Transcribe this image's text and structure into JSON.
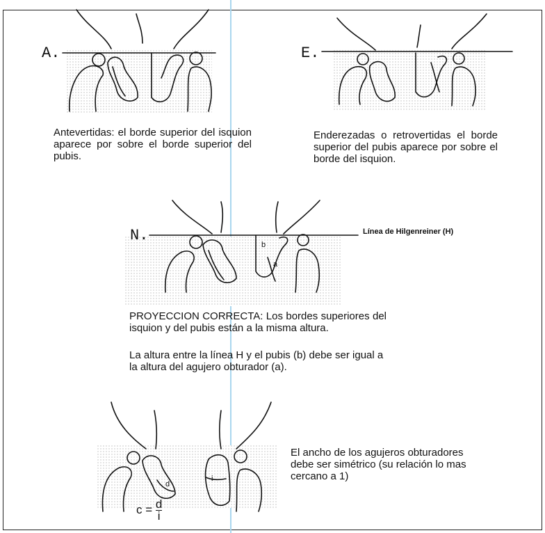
{
  "panels": {
    "a": {
      "label": "A.",
      "caption": "Antevertidas: el borde superior del isquion aparece por sobre el borde superior del pubis."
    },
    "e": {
      "label": "E.",
      "caption": "Enderezadas o retrovertidas el borde superior del pubis aparece por sobre el borde del isquion."
    },
    "n": {
      "label": "N.",
      "line_label": "Línea de Hilgenreiner (H)",
      "mark_b": "b",
      "mark_a": "a",
      "caption": "PROYECCION CORRECTA: Los bordes superiores del isquion y del pubis están a la misma altura.",
      "caption2": "La altura entre la línea H y el pubis (b) debe ser igual a la altura del agujero obturador (a)."
    },
    "ratio": {
      "caption": "El ancho de los agujeros obturadores debe ser simétrico (su relación lo mas cercano a 1)",
      "formula_lhs": "c =",
      "formula_num": "d",
      "formula_den": "i",
      "mark_d": "d",
      "mark_i": "i"
    }
  }
}
